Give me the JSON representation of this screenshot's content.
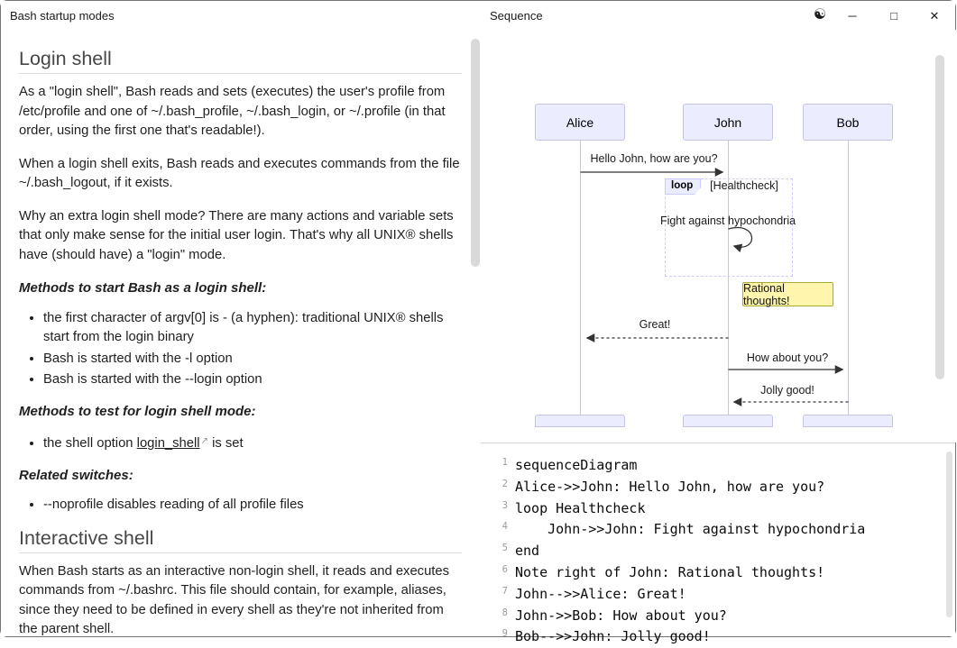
{
  "window": {
    "left_title": "Bash startup modes",
    "right_title": "Sequence",
    "controls": {
      "theme_icon": "☯",
      "minimize_icon": "─",
      "maximize_icon": "□",
      "close_icon": "✕"
    }
  },
  "doc": {
    "h2_login": "Login shell",
    "p1": "As a \"login shell\", Bash reads and sets (executes) the user's profile from /etc/profile and one of ~/.bash_profile, ~/.bash_login, or ~/.profile (in that order, using the first one that's readable!).",
    "p2": "When a login shell exits, Bash reads and executes commands from the file ~/.bash_logout, if it exists.",
    "p3": "Why an extra login shell mode? There are many actions and variable sets that only make sense for the initial user login. That's why all UNIX® shells have (should have) a \"login\" mode.",
    "h_start": "Methods to start Bash as a login shell:",
    "bullets_start": [
      "the first character of argv[0] is - (a hyphen): traditional UNIX® shells start from the login binary",
      "Bash is started with the -l option",
      "Bash is started with the --login option"
    ],
    "h_test": "Methods to test for login shell mode:",
    "bullet_test": {
      "prefix": "the shell option ",
      "link": "login_shell",
      "external_link_icon": "↗",
      "suffix": " is set"
    },
    "h_related": "Related switches:",
    "bullet_related": "--noprofile disables reading of all profile files",
    "h2_interactive": "Interactive shell",
    "p4": "When Bash starts as an interactive non-login shell, it reads and executes commands from ~/.bashrc. This file should contain, for example, aliases, since they need to be defined in every shell as they're not inherited from the parent shell."
  },
  "diagram": {
    "actors": [
      "Alice",
      "John",
      "Bob"
    ],
    "messages": {
      "m1": "Hello John, how are you?",
      "loop_label": "loop",
      "loop_title": "[Healthcheck]",
      "m2": "Fight against hypochondria",
      "note": "Rational thoughts!",
      "m3": "Great!",
      "m4": "How about you?",
      "m5": "Jolly good!"
    },
    "colors": {
      "actor_fill": "#ECECFF",
      "actor_border": "#c6c3e8",
      "note_fill": "#fff5ad",
      "note_border": "#aaaa33",
      "loop_border": "#ccccff",
      "arrow": "#333333"
    }
  },
  "code": {
    "lines": [
      {
        "num": "1",
        "text": "sequenceDiagram"
      },
      {
        "num": "2",
        "text": "Alice->>John: Hello John, how are you?"
      },
      {
        "num": "3",
        "text": "loop Healthcheck"
      },
      {
        "num": "4",
        "text": "    John->>John: Fight against hypochondria"
      },
      {
        "num": "5",
        "text": "end"
      },
      {
        "num": "6",
        "text": "Note right of John: Rational thoughts!"
      },
      {
        "num": "7",
        "text": "John-->>Alice: Great!"
      },
      {
        "num": "8",
        "text": "John->>Bob: How about you?"
      },
      {
        "num": "9",
        "text": "Bob-->>John: Jolly good!"
      }
    ]
  }
}
